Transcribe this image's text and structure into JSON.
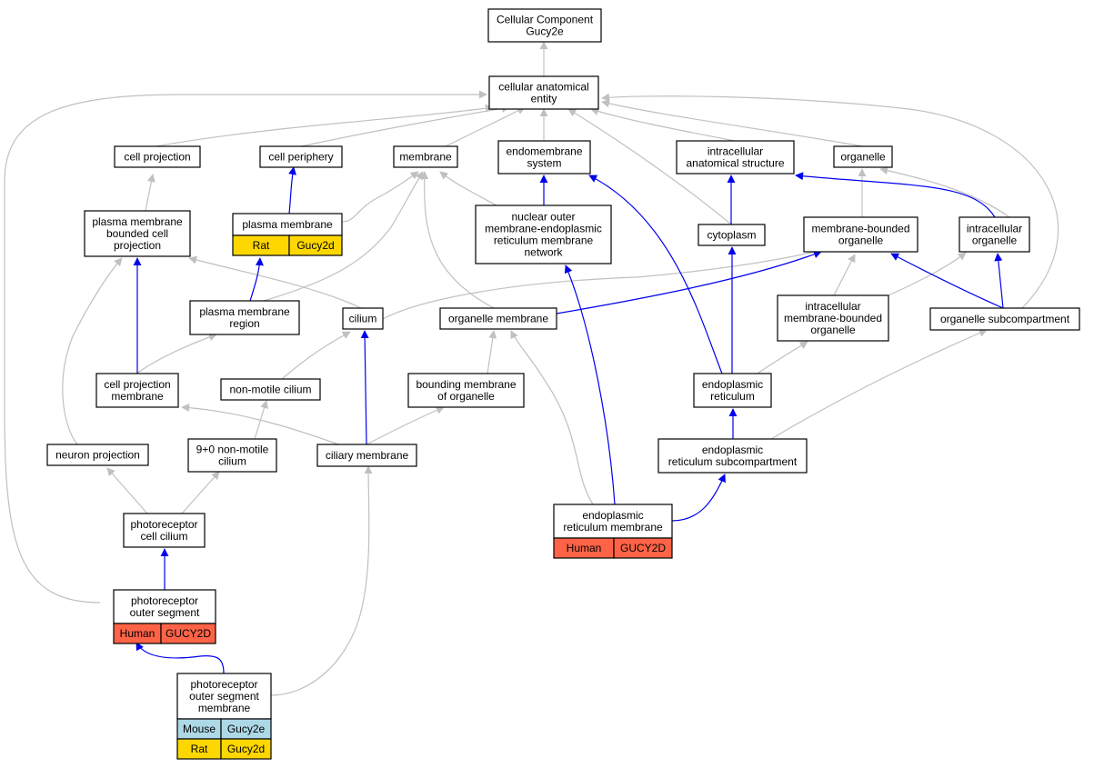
{
  "colors": {
    "is_a_edge": "#c0c0c0",
    "part_of_edge": "#0000ee",
    "human": "#ff6347",
    "rat": "#ffd700",
    "mouse": "#add8e6"
  },
  "nodes": {
    "root": [
      "Cellular Component",
      "Gucy2e"
    ],
    "cae": [
      "cellular anatomical",
      "entity"
    ],
    "cell_projection": [
      "cell projection"
    ],
    "cell_periphery": [
      "cell periphery"
    ],
    "membrane": [
      "membrane"
    ],
    "endomembrane": [
      "endomembrane",
      "system"
    ],
    "intracellular_as": [
      "intracellular",
      "anatomical structure"
    ],
    "organelle": [
      "organelle"
    ],
    "pm_bounded": [
      "plasma membrane",
      "bounded cell",
      "projection"
    ],
    "plasma_membrane": [
      "plasma membrane"
    ],
    "nuclear_outer": [
      "nuclear outer",
      "membrane-endoplasmic",
      "reticulum membrane",
      "network"
    ],
    "cytoplasm": [
      "cytoplasm"
    ],
    "mb_organelle": [
      "membrane-bounded",
      "organelle"
    ],
    "ic_organelle": [
      "intracellular",
      "organelle"
    ],
    "pm_region": [
      "plasma membrane",
      "region"
    ],
    "cilium": [
      "cilium"
    ],
    "organelle_membrane": [
      "organelle membrane"
    ],
    "ic_mb_organelle": [
      "intracellular",
      "membrane-bounded",
      "organelle"
    ],
    "organelle_subcomp": [
      "organelle subcompartment"
    ],
    "cp_membrane": [
      "cell projection",
      "membrane"
    ],
    "nonmotile": [
      "non-motile cilium"
    ],
    "bounding_membrane": [
      "bounding membrane",
      "of organelle"
    ],
    "er": [
      "endoplasmic",
      "reticulum"
    ],
    "neuron_projection": [
      "neuron projection"
    ],
    "nine_zero": [
      "9+0 non-motile",
      "cilium"
    ],
    "ciliary_membrane": [
      "ciliary membrane"
    ],
    "er_subcomp": [
      "endoplasmic",
      "reticulum subcompartment"
    ],
    "photo_cilium": [
      "photoreceptor",
      "cell cilium"
    ],
    "er_membrane": [
      "endoplasmic",
      "reticulum membrane"
    ],
    "pos": [
      "photoreceptor",
      "outer segment"
    ],
    "pos_membrane": [
      "photoreceptor",
      "outer segment",
      "membrane"
    ]
  },
  "annotations": {
    "plasma_membrane": [
      {
        "species": "Rat",
        "gene": "Gucy2d",
        "color": "rat"
      }
    ],
    "er_membrane": [
      {
        "species": "Human",
        "gene": "GUCY2D",
        "color": "human"
      }
    ],
    "pos": [
      {
        "species": "Human",
        "gene": "GUCY2D",
        "color": "human"
      }
    ],
    "pos_membrane": [
      {
        "species": "Mouse",
        "gene": "Gucy2e",
        "color": "mouse"
      },
      {
        "species": "Rat",
        "gene": "Gucy2d",
        "color": "rat"
      }
    ]
  }
}
